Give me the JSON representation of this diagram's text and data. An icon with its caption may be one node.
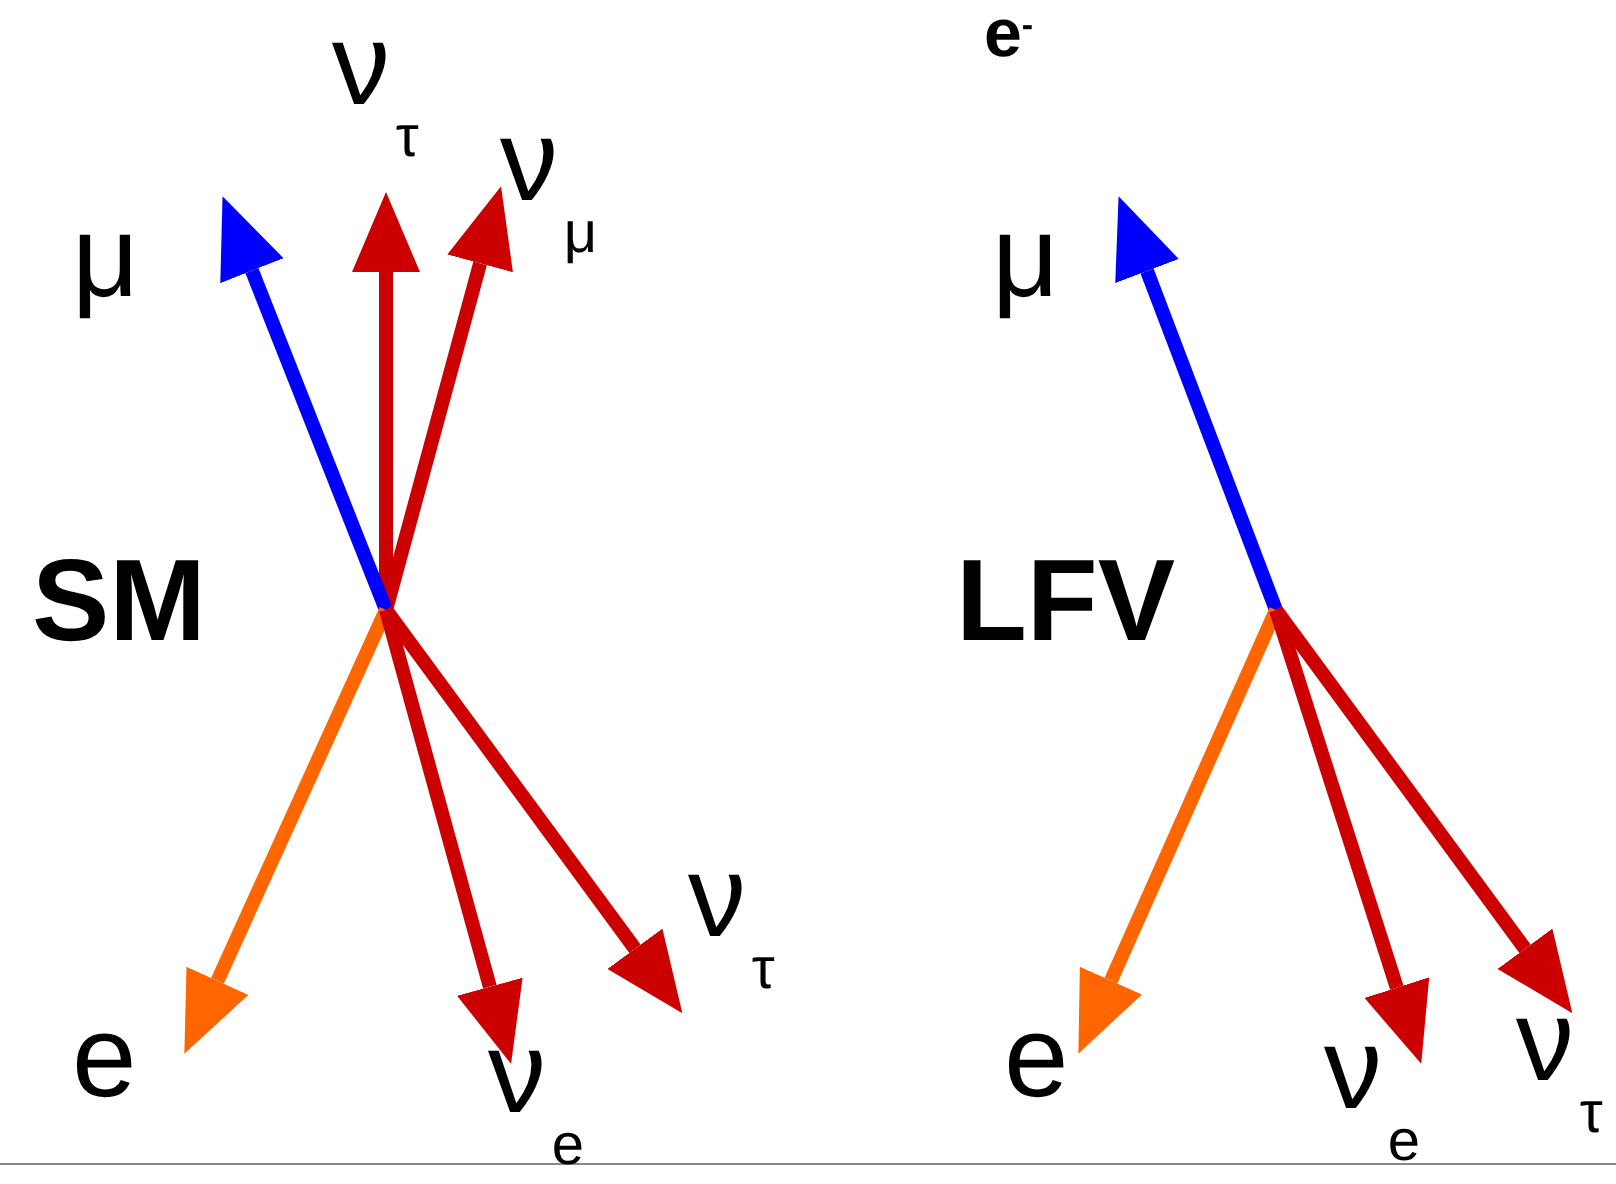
{
  "diagram": {
    "nodes": [
      {
        "text": [
          "ν$_{τ}$"
        ]
      },
      {
        "text": [
          "ν$_{μ}$"
        ]
      },
      {
        "text": [
          "μ"
        ]
      },
      {
        "text": [
          "e"
        ]
      },
      {
        "text": [
          "ν$_{e}$"
        ]
      },
      {
        "text": [
          "ν$_{τ}$"
        ]
      },
      {
        "text": [
          "μ"
        ]
      },
      {
        "text": [
          "e"
        ]
      },
      {
        "text": [
          "ν$_{e}$"
        ]
      },
      {
        "text": [
          "ν$_{τ}$"
        ]
      }
    ],
    "edges": [
      {
        "from": null,
        "to": 0,
        "arrow": "to"
      },
      {
        "from": null,
        "to": 1,
        "arrow": "to"
      },
      {
        "from": null,
        "to": 2,
        "arrow": "to",
        "color": "#0000ff"
      },
      {
        "from": null,
        "to": 3,
        "arrow": "to",
        "color": "#ff6600"
      },
      {
        "from": null,
        "to": 4,
        "arrow": "to"
      },
      {
        "from": null,
        "to": 5,
        "arrow": "to"
      },
      {
        "from": null,
        "to": 6,
        "arrow": "to",
        "color": "#0000ff"
      },
      {
        "from": null,
        "to": 7,
        "arrow": "to",
        "color": "#ff6600"
      },
      {
        "from": null,
        "to": 8,
        "arrow": "to"
      },
      {
        "from": null,
        "to": 9,
        "arrow": "to"
      }
    ],
    "labels": [
      "e$^{-}$",
      "SM",
      "LFV"
    ]
  }
}
